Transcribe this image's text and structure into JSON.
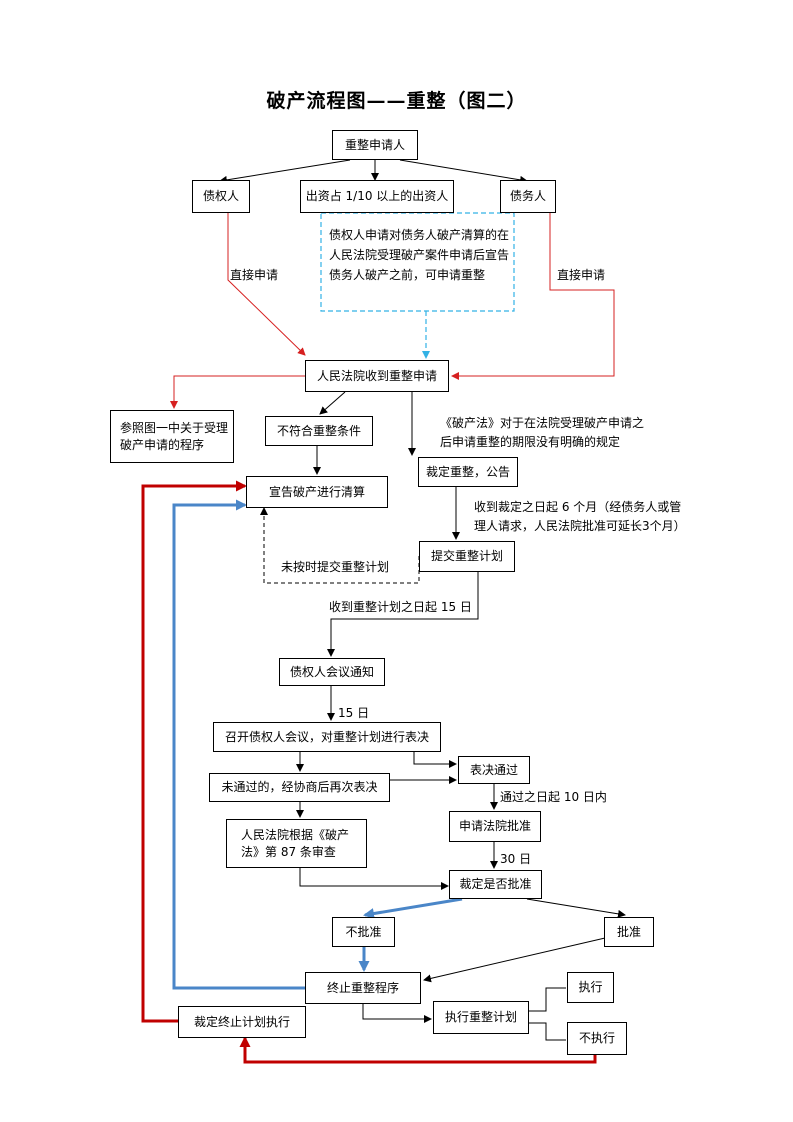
{
  "title": "破产流程图——重整（图二）",
  "nodes": {
    "applicant": "重整申请人",
    "creditor": "债权人",
    "investor": "出资占 1/10 以上的出资人",
    "debtor": "债务人",
    "court_receive": "人民法院收到重整申请",
    "see_fig1": "参照图一中关于受理破产申请的程序",
    "not_meet": "不符合重整条件",
    "declare_bankruptcy": "宣告破产进行清算",
    "ruling_reorg": "裁定重整，公告",
    "submit_plan": "提交重整计划",
    "creditor_notice": "债权人会议通知",
    "creditor_meeting": "召开债权人会议，对重整计划进行表决",
    "vote_pass": "表决通过",
    "not_passed": "未通过的，经协商后再次表决",
    "apply_court": "申请法院批准",
    "court_review": "人民法院根据《破产法》第 87 条审查",
    "ruling_approve": "裁定是否批准",
    "reject": "不批准",
    "approve": "批准",
    "terminate": "终止重整程序",
    "execute_plan": "执行重整计划",
    "executed": "执行",
    "not_executed": "不执行",
    "ruling_terminate": "裁定终止计划执行"
  },
  "labels": {
    "direct_left": "直接申请",
    "direct_right": "直接申请",
    "creditor_note": "债权人申请对债务人破产清算的在人民法院受理破产案件申请后宣告债务人破产之前，可申请重整",
    "law_note": "《破产法》对于在法院受理破产申请之后申请重整的期限没有明确的规定",
    "six_months": "收到裁定之日起 6 个月（经债务人或管理人请求，人民法院批准可延长3个月）",
    "late_submit": "未按时提交重整计划",
    "fifteen_days_a": "收到重整计划之日起 15 日",
    "fifteen_days_b": "15 日",
    "ten_days": "通过之日起 10 日内",
    "thirty_days": "30 日"
  },
  "colors": {
    "red": "#d62020",
    "dark_red": "#c00000",
    "blue": "#4a86c8",
    "light_blue": "#33b2e5",
    "black": "#000000"
  }
}
